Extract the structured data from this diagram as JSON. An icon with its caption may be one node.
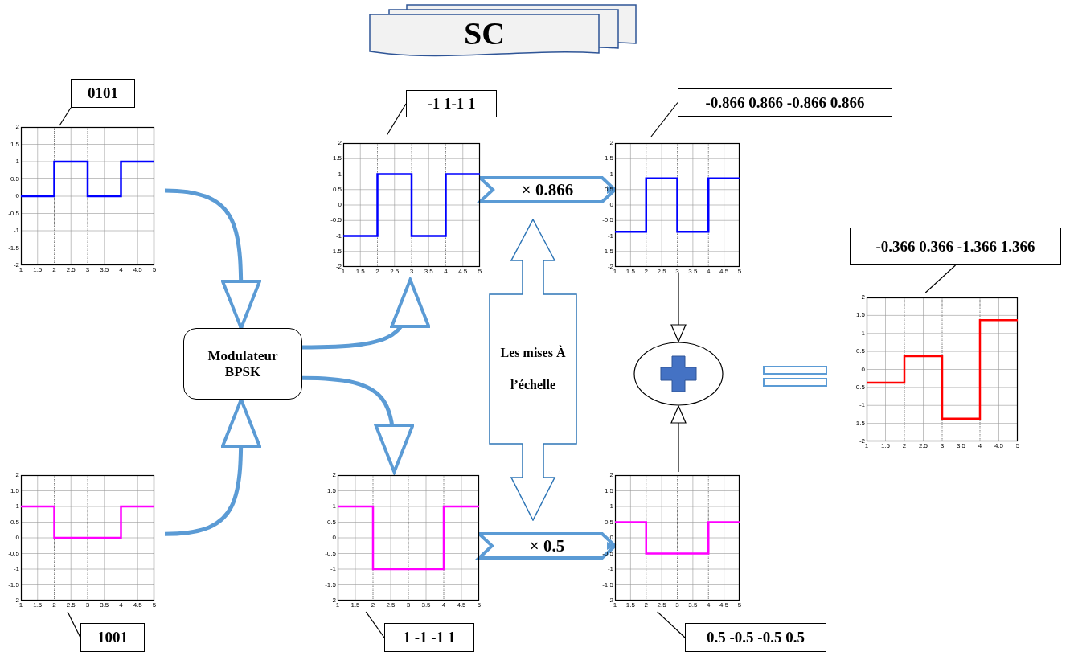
{
  "diagram": {
    "nodes": [
      {
        "text": [
          "SC"
        ]
      },
      {
        "text": [
          "0101"
        ]
      },
      {
        "text": [],
        "shape": "picture"
      },
      {
        "text": [
          "1001"
        ]
      },
      {
        "text": [],
        "shape": "picture"
      },
      {
        "text": [
          "Modulateur BPSK"
        ]
      },
      {
        "text": [
          "-1 1-1 1"
        ]
      },
      {
        "text": [],
        "shape": "picture"
      },
      {
        "text": [
          "1 -1 -1 1"
        ]
      },
      {
        "text": [],
        "shape": "picture"
      },
      {
        "text": [
          "Les mises À l’échelle"
        ]
      },
      {
        "text": [
          "-0.866 0.866 -0.866 0.866"
        ]
      },
      {
        "text": [],
        "shape": "picture"
      },
      {
        "text": [
          "0.5 -0.5 -0.5 0.5"
        ]
      },
      {
        "text": [],
        "shape": "picture"
      },
      {
        "text": [],
        "shape": "circle"
      },
      {
        "text": [
          "-0.366 0.366 -1.366 1.366"
        ]
      },
      {
        "text": [],
        "shape": "picture"
      }
    ],
    "edges": [
      {
        "from": 1,
        "to": 2,
        "arrow": "none"
      },
      {
        "from": 3,
        "to": 4,
        "arrow": "none"
      },
      {
        "from": 2,
        "to": 5,
        "arrow": "to",
        "style": "thick",
        "color": "#5b9bd5"
      },
      {
        "from": 4,
        "to": 5,
        "arrow": "to",
        "style": "thick",
        "color": "#5b9bd5"
      },
      {
        "from": 6,
        "to": 7,
        "arrow": "none"
      },
      {
        "from": 8,
        "to": 9,
        "arrow": "none"
      },
      {
        "from": 5,
        "to": 7,
        "arrow": "to",
        "style": "thick",
        "color": "#5b9bd5"
      },
      {
        "from": 5,
        "to": 9,
        "arrow": "to",
        "style": "thick",
        "color": "#5b9bd5"
      },
      {
        "from": 7,
        "to": 12,
        "arrow": "to",
        "label": "× 0.866",
        "style": "thick",
        "color": "#5b9bd5"
      },
      {
        "from": 9,
        "to": 14,
        "arrow": "to",
        "label": "× 0.5",
        "style": "thick",
        "color": "#5b9bd5"
      },
      {
        "from": 11,
        "to": 12,
        "arrow": "none"
      },
      {
        "from": 13,
        "to": 14,
        "arrow": "none"
      },
      {
        "from": 12,
        "to": 15,
        "arrow": "to"
      },
      {
        "from": 14,
        "to": 15,
        "arrow": "to"
      },
      {
        "from": 16,
        "to": 17,
        "arrow": "none"
      }
    ],
    "labels": [
      "2",
      "1.5",
      "1",
      "0.5",
      "0",
      "-0.5",
      "-1",
      "-1.5",
      "-2",
      "1",
      "1.5",
      "2",
      "2.5",
      "3",
      "3.5",
      "4",
      "4.5",
      "5",
      "2",
      "1.5",
      "1",
      "0.5",
      "0",
      "-0.5",
      "-1",
      "-1.5",
      "-2",
      "1",
      "1.5",
      "2",
      "2.5",
      "3",
      "3.5",
      "4",
      "4.5",
      "5",
      "2",
      "1.5",
      "1",
      "0.5",
      "0",
      "-0.5",
      "-1",
      "-1.5",
      "-2",
      "1",
      "1.5",
      "2",
      "2.5",
      "3",
      "3.5",
      "4",
      "4.5",
      "5",
      "2",
      "1.5",
      "1",
      "0.5",
      "0",
      "-0.5",
      "-1",
      "-1.5",
      "-2",
      "1",
      "1.5",
      "2",
      "2.5",
      "3",
      "3.5",
      "4",
      "4.5",
      "5",
      "2",
      "1.5",
      "1",
      "0.5",
      "0",
      "-0.5",
      "-1",
      "-1.5",
      "-2",
      "1",
      "1.5",
      "2",
      "2.5",
      "3",
      "3.5",
      "4",
      "4.5",
      "5",
      "2",
      "1.5",
      "1",
      "0.5",
      "0",
      "-0.5",
      "-1",
      "-1.5",
      "-2",
      "1",
      "1.5",
      "2",
      "2.5",
      "3",
      "3.5",
      "4",
      "4.5",
      "5",
      "2",
      "1.5",
      "1",
      "0.5",
      "0",
      "-0.5",
      "-1",
      "-1.5",
      "-2",
      "1",
      "1.5",
      "2",
      "2.5",
      "3",
      "3.5",
      "4",
      "4.5",
      "5"
    ]
  }
}
